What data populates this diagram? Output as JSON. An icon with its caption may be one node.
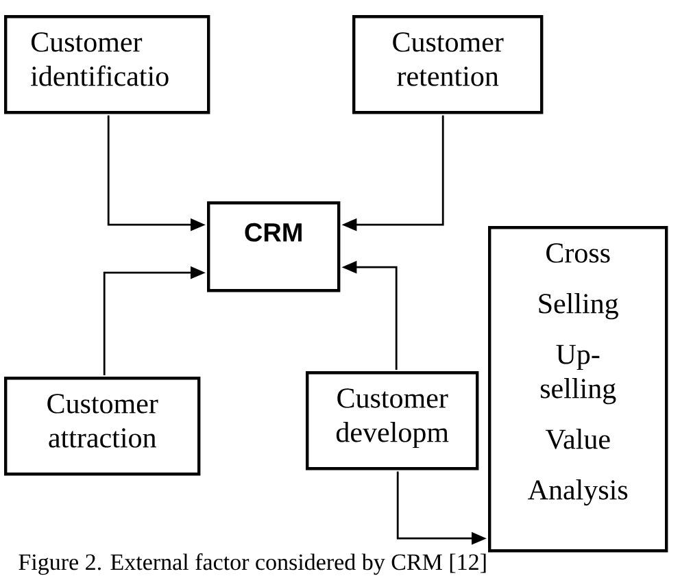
{
  "diagram": {
    "caption": "Figure 2. External factor considered by CRM [12]",
    "nodes": [
      {
        "text": [
          "Customer identificatio"
        ]
      },
      {
        "text": [
          "Customer retention"
        ]
      },
      {
        "text": [
          "CRM"
        ]
      },
      {
        "text": [
          "Customer attraction"
        ]
      },
      {
        "text": [
          "Customer developm"
        ]
      },
      {
        "text": [
          "Cross",
          "Selling",
          "Up- selling",
          "Value",
          "Analysis"
        ]
      }
    ],
    "edges": [
      {
        "from": 0,
        "to": 2,
        "arrow": "to"
      },
      {
        "from": 1,
        "to": 2,
        "arrow": "to"
      },
      {
        "from": 3,
        "to": 2,
        "arrow": "to"
      },
      {
        "from": 4,
        "to": 2,
        "arrow": "to"
      },
      {
        "from": 4,
        "to": 5,
        "arrow": "to"
      }
    ]
  }
}
